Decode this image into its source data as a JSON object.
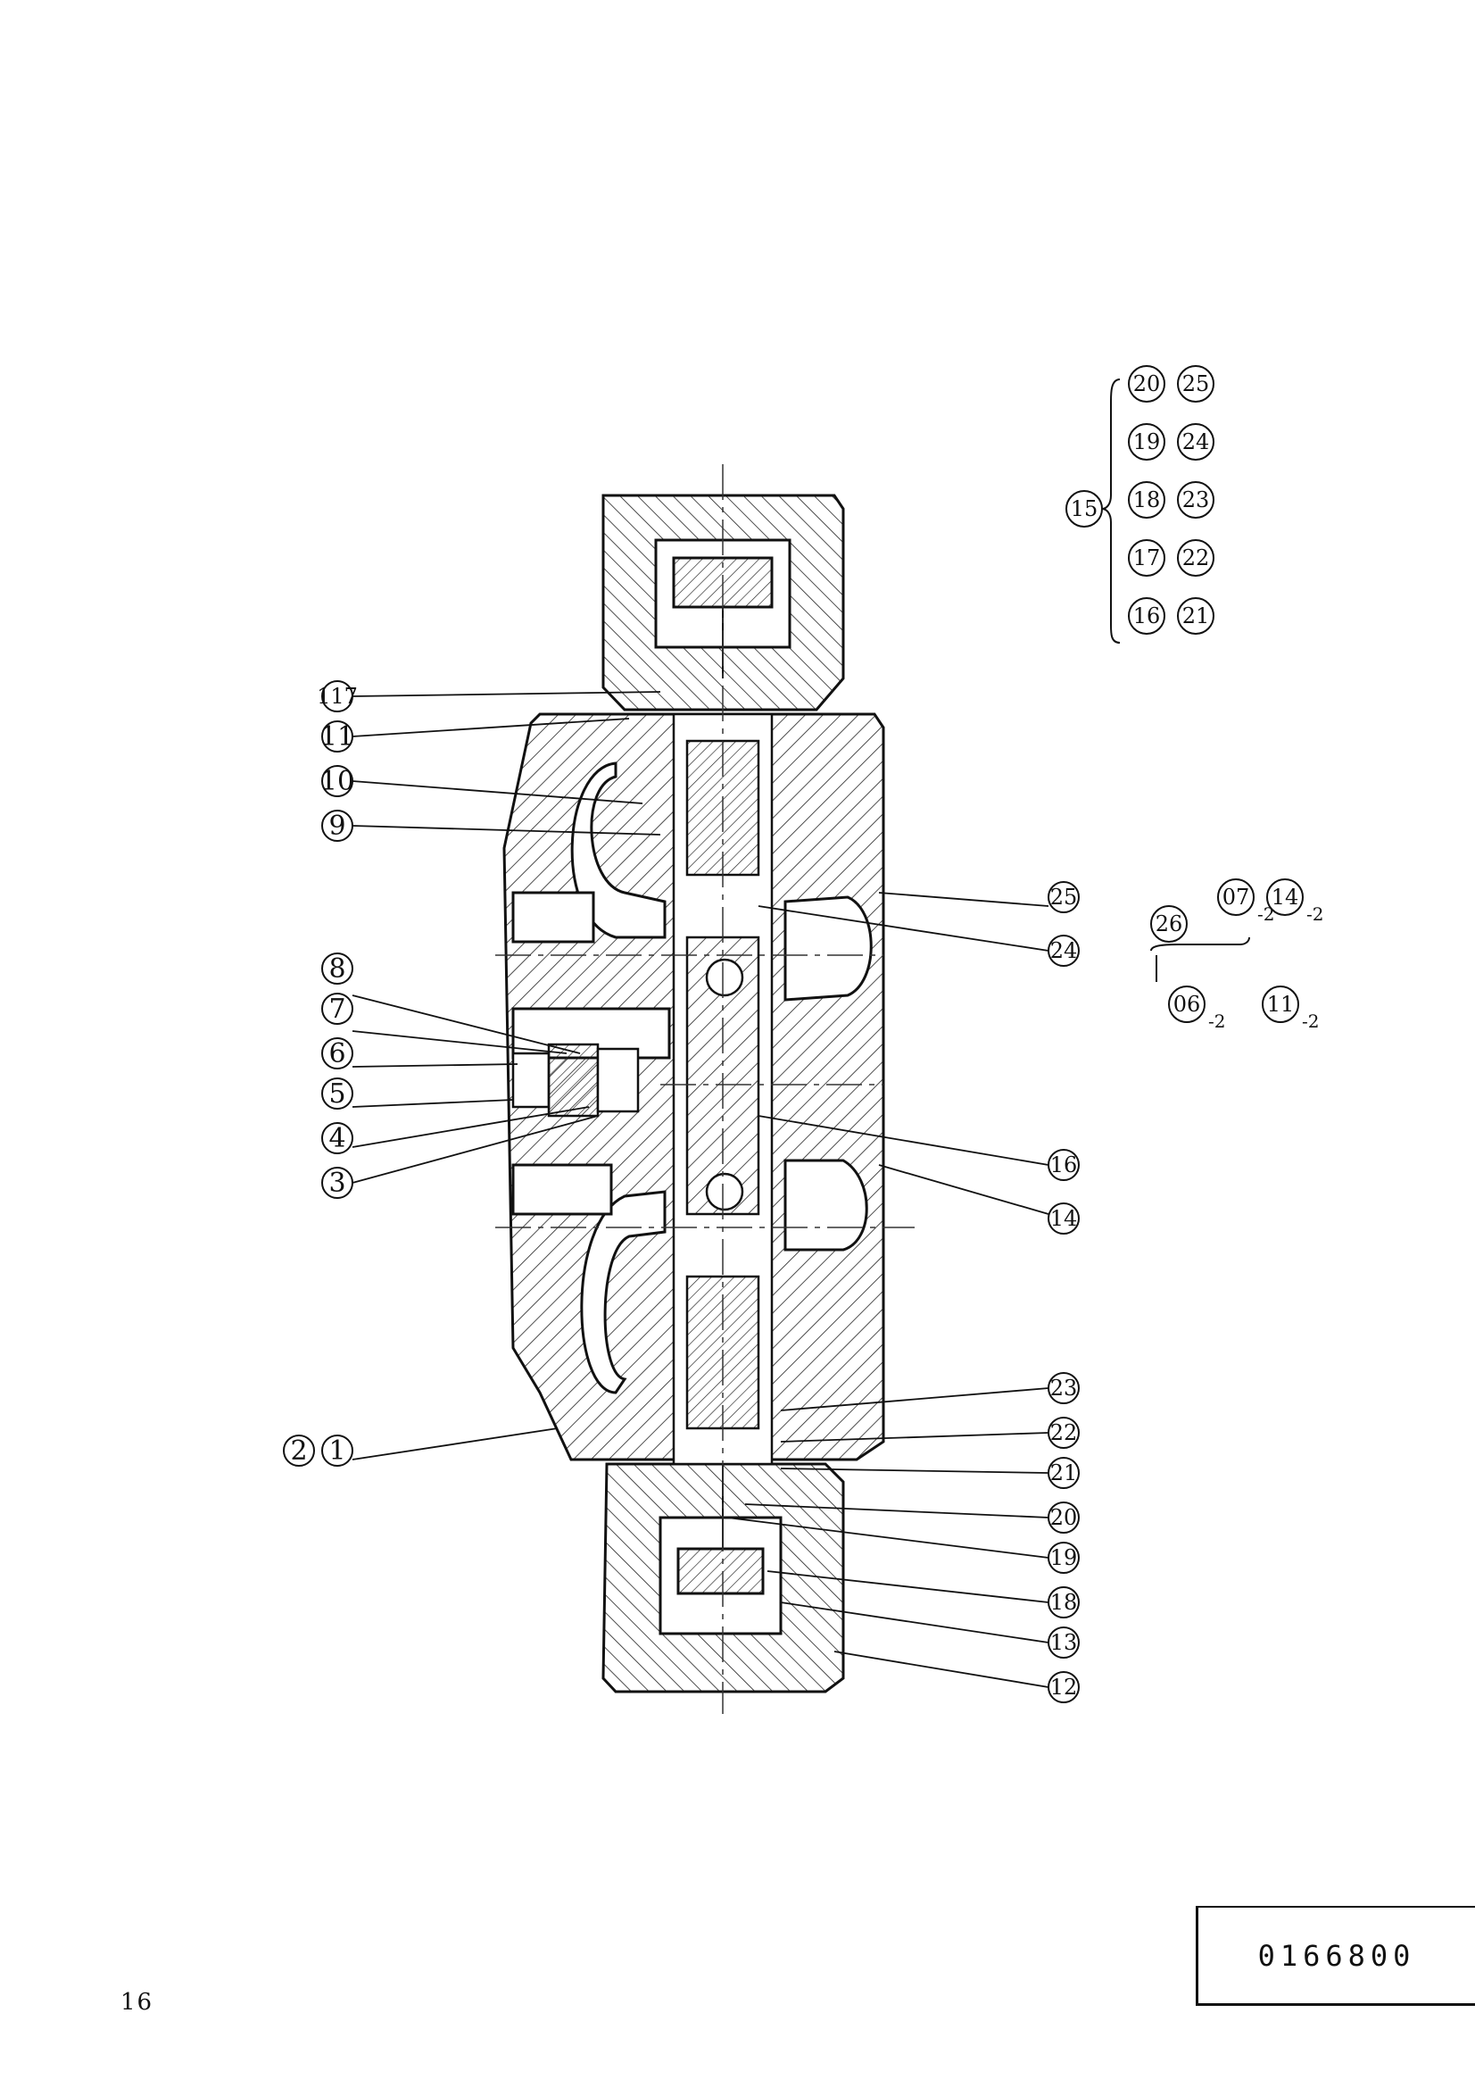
{
  "callouts": {
    "c1": "1",
    "c2": "2",
    "c3": "3",
    "c4": "4",
    "c5": "5",
    "c6": "6",
    "c7": "7",
    "c8": "8",
    "c9": "9",
    "c10": "10",
    "c11": "11",
    "c12": "12",
    "c13": "13",
    "c14": "14",
    "c16": "16",
    "c18": "18",
    "c19": "19",
    "c20": "20",
    "c21": "21",
    "c22": "22",
    "c23": "23",
    "c24": "24",
    "c25": "25",
    "c117": "117"
  },
  "legend_15": {
    "parent": "15",
    "children": [
      "16",
      "17",
      "18",
      "19",
      "20",
      "21",
      "22",
      "23",
      "24",
      "25"
    ]
  },
  "legend_26": {
    "parent": "26",
    "children": [
      {
        "label": "06",
        "suffix": "-2"
      },
      {
        "label": "07",
        "suffix": "-2"
      },
      {
        "label": "11",
        "suffix": "-2"
      },
      {
        "label": "14",
        "suffix": "-2"
      }
    ]
  },
  "page_number": "16",
  "document_number": "0166800"
}
